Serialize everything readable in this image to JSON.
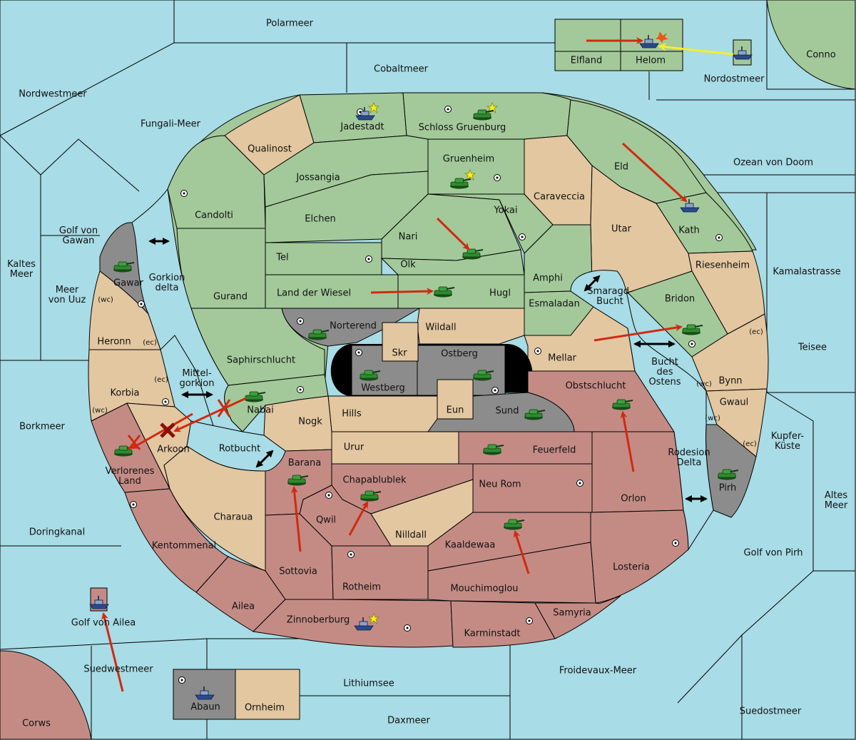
{
  "title": "",
  "colors": {
    "sea": "#a8dce6",
    "green": "#a3c99a",
    "tan": "#e3c7a0",
    "red": "#c48b85",
    "gray": "#8c8c8c",
    "arrow_red": "#d02a10",
    "arrow_yellow": "#f5f020",
    "unit": "#2e8b2e",
    "fleet": "#2a4a8c"
  },
  "seas": {
    "polarmeer": "Polarmeer",
    "cobaltmeer": "Cobaltmeer",
    "conno": "Conno",
    "nordwestmeer": "Nordwestmeer",
    "fungali": "Fungali-Meer",
    "nordostmeer": "Nordostmeer",
    "ozean": "Ozean von Doom",
    "kamalastrasse": "Kamalastrasse",
    "golf_gawan": "Golf von\nGawan",
    "kaltes": "Kaltes\nMeer",
    "meer_uuz": "Meer\nvon Uuz",
    "gorkion": "Gorkion\ndelta",
    "smaragd": "Smaragd-\nBucht",
    "teisee": "Teisee",
    "mittel": "Mittel-\ngorkion",
    "bucht_ostens": "Bucht\ndes\nOstens",
    "borkmeer": "Borkmeer",
    "kupfer": "Kupfer-\nKüste",
    "rotbucht": "Rotbucht",
    "rodesion": "Rodesion\nDelta",
    "altes": "Altes\nMeer",
    "doringkanal": "Doringkanal",
    "golf_pirh": "Golf von Pirh",
    "golf_ailea": "Golf von Ailea",
    "suedwestmeer": "Suedwestmeer",
    "froidevaux": "Froidevaux-Meer",
    "lithiumsee": "Lithiumsee",
    "suedostmeer": "Suedostmeer",
    "daxmeer": "Daxmeer",
    "corws": "Corws"
  },
  "lands": {
    "elfland": "Elfland",
    "helom": "Helom",
    "jadestadt": "Jadestadt",
    "schloss": "Schloss Gruenburg",
    "qualinost": "Qualinost",
    "gruenheim": "Gruenheim",
    "eld": "Eld",
    "jossangia": "Jossangia",
    "caraveccia": "Caraveccia",
    "candolti": "Candolti",
    "elchen": "Elchen",
    "yokai": "Yokai",
    "utar": "Utar",
    "kath": "Kath",
    "nari": "Nari",
    "tel": "Tel",
    "olk": "Olk",
    "amphi": "Amphi",
    "riesenheim": "Riesenheim",
    "gawar": "Gawar",
    "land_wiesel": "Land der Wiesel",
    "hugl": "Hugl",
    "gurand": "Gurand",
    "esmaladan": "Esmaladan",
    "bridon": "Bridon",
    "norterend": "Norterend",
    "wildall": "Wildall",
    "heronn": "Heronn",
    "skr": "Skr",
    "ostberg": "Ostberg",
    "mellar": "Mellar",
    "saphirschlucht": "Saphirschlucht",
    "westberg": "Westberg",
    "obstschlucht": "Obstschlucht",
    "bynn": "Bynn",
    "korbia": "Korbia",
    "nabai": "Nabai",
    "hills": "Hills",
    "eun": "Eun",
    "sund": "Sund",
    "gwaul": "Gwaul",
    "nogk": "Nogk",
    "arkoon": "Arkoon",
    "urur": "Urur",
    "feuerfeld": "Feuerfeld",
    "verlorenes": "Verlorenes\nLand",
    "barana": "Barana",
    "chapablublek": "Chapablublek",
    "neu_rom": "Neu Rom",
    "orlon": "Orlon",
    "pirh": "Pirh",
    "charaua": "Charaua",
    "qwil": "Qwil",
    "nilldall": "Nilldall",
    "kaaldewaa": "Kaaldewaa",
    "kentommenai": "Kentommenai",
    "losteria": "Losteria",
    "sottovia": "Sottovia",
    "rotheim": "Rotheim",
    "mouchimoglou": "Mouchimoglou",
    "ailea": "Ailea",
    "samyria": "Samyria",
    "zinnoberburg": "Zinnoberburg",
    "karminstadt": "Karminstadt",
    "abaun": "Abaun",
    "ornheim": "Ornheim"
  },
  "coasts": {
    "wc": "(wc)",
    "ec": "(ec)"
  }
}
